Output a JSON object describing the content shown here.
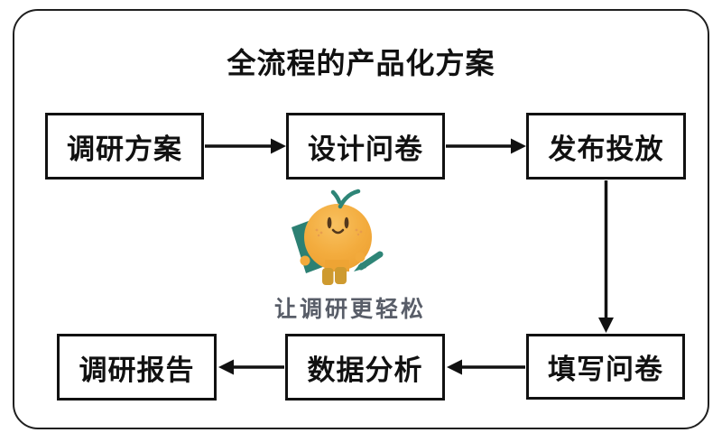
{
  "title": "全流程的产品化方案",
  "flow": {
    "top": [
      {
        "label": "调研方案"
      },
      {
        "label": "设计问卷"
      },
      {
        "label": "发布投放"
      }
    ],
    "bottom": [
      {
        "label": "调研报告"
      },
      {
        "label": "数据分析"
      },
      {
        "label": "填写问卷"
      }
    ],
    "arrows": [
      "research-plan-to-design-survey",
      "design-survey-to-publish",
      "publish-down-to-fill-survey",
      "fill-survey-to-data-analysis",
      "data-analysis-to-research-report"
    ]
  },
  "mascot": {
    "icon": "orange-mascot-icon",
    "slogan": "让调研更轻松"
  },
  "colors": {
    "background": "#FFFFFF",
    "frame_border": "#1F1F1F",
    "box_border": "#111111",
    "arrow": "#111111",
    "box_text": "#111111",
    "slogan_text": "#585D68",
    "mascot_body": "#F2AA3C",
    "mascot_body_light": "#F8C160",
    "mascot_teal": "#2E8577",
    "mascot_boots": "#CE9A2F",
    "mascot_face": "#53381C"
  }
}
